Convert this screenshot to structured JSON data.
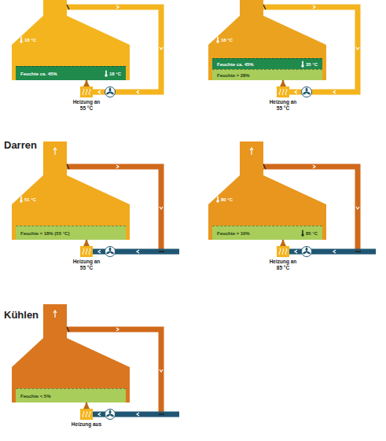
{
  "diagram": {
    "nodes": [
      {
        "text": [
          "18 °C"
        ]
      },
      {
        "text": [
          "Feuchte ca. 45%",
          "18 °C"
        ],
        "in": 0
      },
      {
        "text": [
          "Heizung an",
          "55 °C"
        ]
      },
      {
        "text": [
          "18 °C"
        ]
      },
      {
        "text": [
          "Feuchte ca. 45%",
          "35 °C"
        ],
        "in": 3
      },
      {
        "text": [
          "Feuchte ≈ 28%"
        ],
        "in": 3
      },
      {
        "text": [
          "Heizung an",
          "55 °C"
        ]
      },
      {
        "text": [
          "51 °C"
        ]
      },
      {
        "text": [
          "Feuchte ≈ 18% (55 °C)"
        ],
        "in": 7
      },
      {
        "text": [
          "Heizung an",
          "55 °C"
        ]
      },
      {
        "text": [
          "80 °C"
        ]
      },
      {
        "text": [
          "Feuchte ≈ 10%",
          "85 °C"
        ],
        "in": 10
      },
      {
        "text": [
          "Heizung an",
          "85 °C"
        ]
      },
      {
        "text": [
          "Feuchte < 5%"
        ]
      },
      {
        "text": [
          "Heizung aus"
        ]
      }
    ],
    "edges": [
      {
        "from": 2,
        "to": 1,
        "arrow": "to"
      },
      {
        "from": 6,
        "to": 5,
        "arrow": "to"
      },
      {
        "from": 9,
        "to": 8,
        "arrow": "to"
      },
      {
        "from": 12,
        "to": 11,
        "arrow": "to"
      },
      {
        "from": 14,
        "to": 13,
        "arrow": "to"
      }
    ],
    "labels": [
      "Darren",
      "Kühlen"
    ]
  }
}
